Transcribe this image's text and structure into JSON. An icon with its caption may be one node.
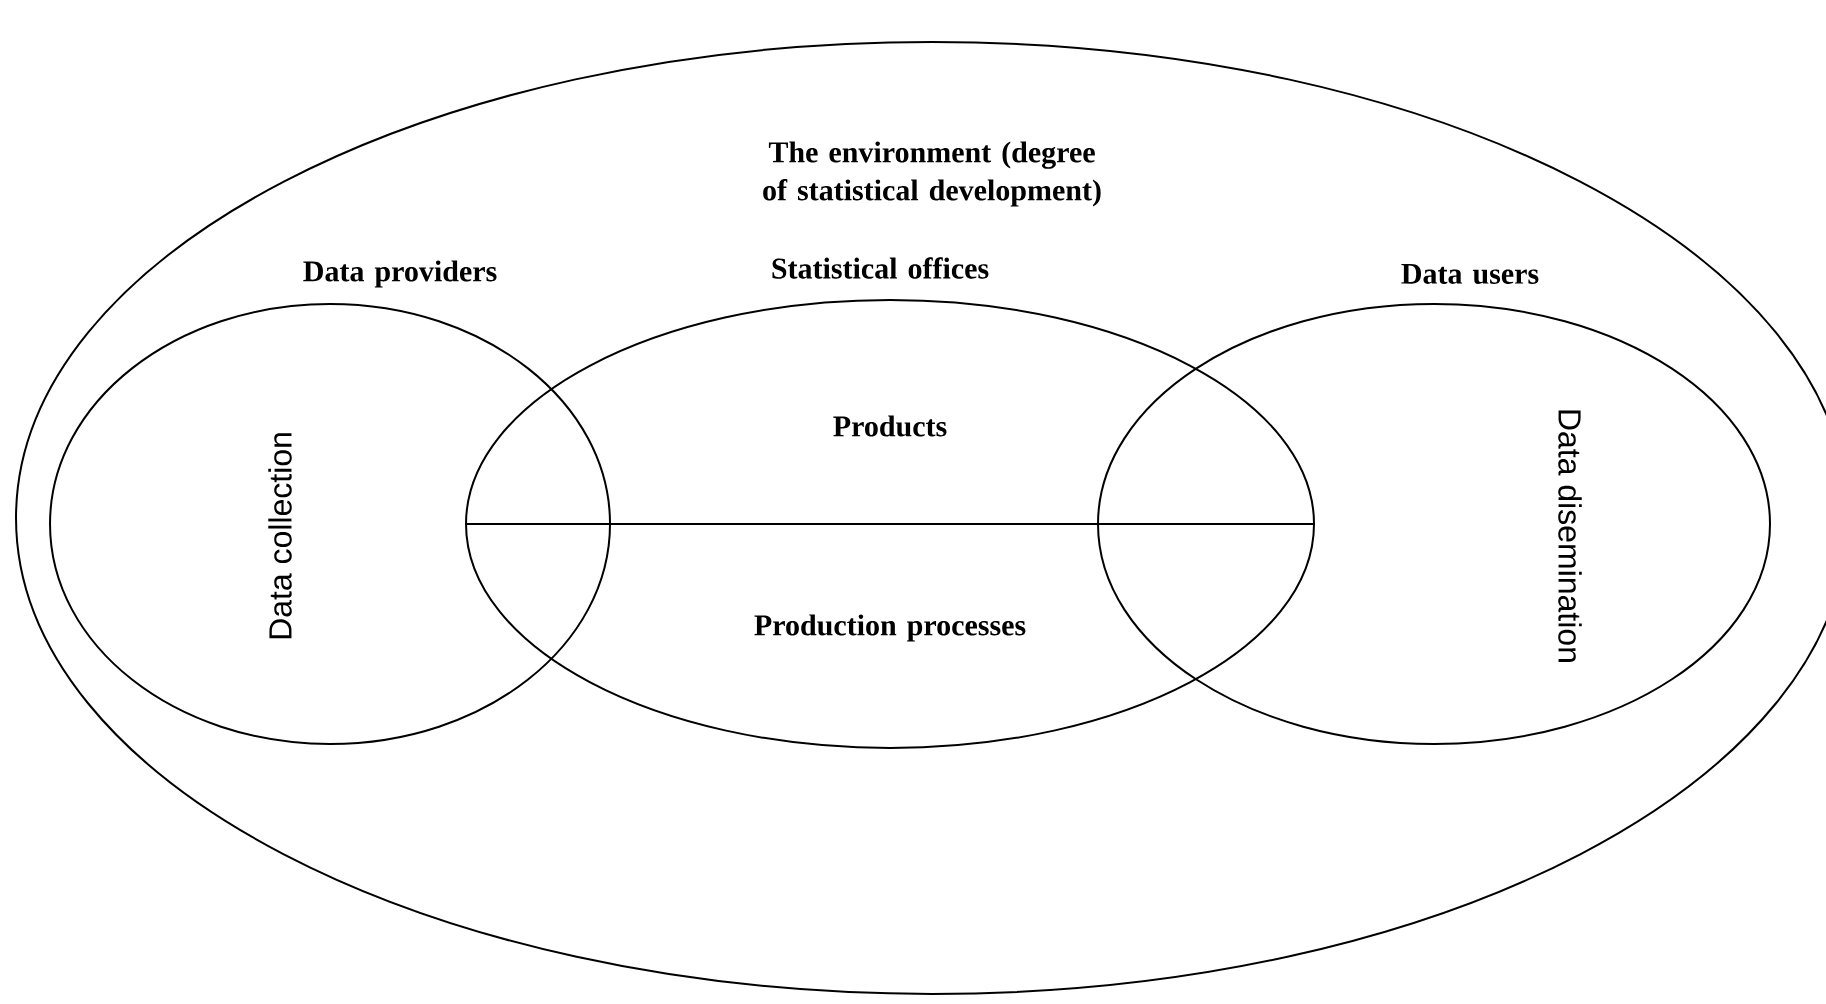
{
  "diagram": {
    "nodes": [
      {
        "text": [
          "The environment (degree of statistical development)"
        ]
      },
      {
        "text": [
          "Data providers",
          "Data collection"
        ],
        "in": 0
      },
      {
        "text": [
          "Statistical offices",
          "Products",
          "Production processes"
        ],
        "in": 0
      },
      {
        "text": [
          "Data users",
          "Data disemination"
        ],
        "in": 0
      }
    ]
  }
}
